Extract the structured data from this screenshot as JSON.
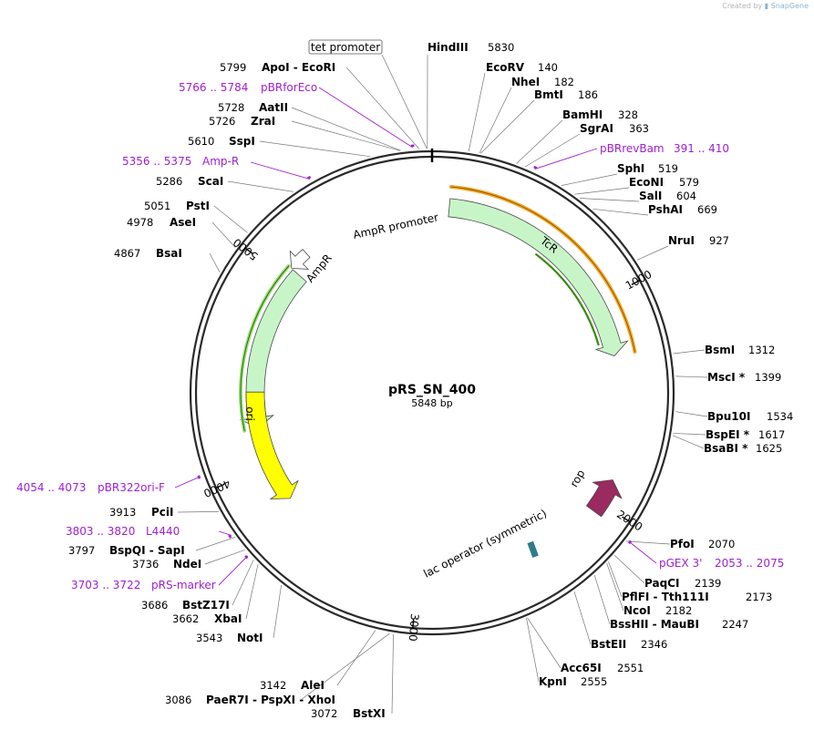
{
  "credit": {
    "text": "Created by",
    "brand": "SnapGene"
  },
  "plasmid": {
    "name": "pRS_SN_400",
    "size_label": "5848 bp",
    "length": 5848
  },
  "colors": {
    "backbone": "#2a2a2a",
    "ampr": "#c8f5c8",
    "tcr": "#c8f5c8",
    "ori": "#ffff00",
    "rop": "#9b2a60",
    "primer": "#a020d0",
    "lac_operator": "#2e7d8c",
    "tcr_primer": "#f5a623",
    "ampr_primer": "#4a9a1a"
  },
  "tick_labels": [
    {
      "pos": 1000,
      "label": "1000"
    },
    {
      "pos": 2000,
      "label": "2000"
    },
    {
      "pos": 3000,
      "label": "3000"
    },
    {
      "pos": 4000,
      "label": "4000"
    },
    {
      "pos": 5000,
      "label": "5000"
    }
  ],
  "features": [
    {
      "name": "AmpR",
      "label": "AmpR",
      "start": 4200,
      "end": 5060,
      "direction": "ccw",
      "color": "#c8f5c8"
    },
    {
      "name": "TcR",
      "label": "TcR",
      "start": 86,
      "end": 1276,
      "direction": "cw",
      "color": "#c8f5c8"
    },
    {
      "name": "ori",
      "label": "ori",
      "start": 3790,
      "end": 4390,
      "direction": "ccw",
      "color": "#ffff00"
    },
    {
      "name": "AmpR promoter",
      "label": "AmpR promoter",
      "start": 5061,
      "end": 5165,
      "direction": "ccw",
      "color": "#ffffff"
    },
    {
      "name": "rop",
      "label": "rop",
      "start": 1880,
      "end": 2050,
      "direction": "ccw",
      "color": "#9b2a60"
    },
    {
      "name": "lac operator",
      "label": "lac operator (symmetric)",
      "pos": 2390
    }
  ],
  "enzymes": [
    {
      "name": "HindIII",
      "pos": "5830"
    },
    {
      "name": "EcoRV",
      "pos": "140"
    },
    {
      "name": "NheI",
      "pos": "182"
    },
    {
      "name": "BmtI",
      "pos": "186"
    },
    {
      "name": "BamHI",
      "pos": "328"
    },
    {
      "name": "SgrAI",
      "pos": "363"
    },
    {
      "name": "SphI",
      "pos": "519"
    },
    {
      "name": "EcoNI",
      "pos": "579"
    },
    {
      "name": "SalI",
      "pos": "604"
    },
    {
      "name": "PshAI",
      "pos": "669"
    },
    {
      "name": "NruI",
      "pos": "927"
    },
    {
      "name": "BsmI",
      "pos": "1312"
    },
    {
      "name": "MscI *",
      "pos": "1399"
    },
    {
      "name": "Bpu10I",
      "pos": "1534"
    },
    {
      "name": "BspEI *",
      "pos": "1617"
    },
    {
      "name": "BsaBI *",
      "pos": "1625"
    },
    {
      "name": "PfoI",
      "pos": "2070"
    },
    {
      "name": "PaqCI",
      "pos": "2139"
    },
    {
      "name": "PflFI - Tth111I",
      "pos": "2173"
    },
    {
      "name": "NcoI",
      "pos": "2182"
    },
    {
      "name": "BssHII - MauBI",
      "pos": "2247"
    },
    {
      "name": "BstEII",
      "pos": "2346"
    },
    {
      "name": "Acc65I",
      "pos": "2551"
    },
    {
      "name": "KpnI",
      "pos": "2555"
    },
    {
      "name": "AleI",
      "pos": "3142"
    },
    {
      "name": "PaeR7I - PspXI - XhoI",
      "pos": "3086"
    },
    {
      "name": "BstXI",
      "pos": "3072"
    },
    {
      "name": "NotI",
      "pos": "3543"
    },
    {
      "name": "XbaI",
      "pos": "3662"
    },
    {
      "name": "BstZ17I",
      "pos": "3686"
    },
    {
      "name": "NdeI",
      "pos": "3736"
    },
    {
      "name": "BspQI - SapI",
      "pos": "3797"
    },
    {
      "name": "PciI",
      "pos": "3913"
    },
    {
      "name": "BsaI",
      "pos": "4867"
    },
    {
      "name": "AseI",
      "pos": "4978"
    },
    {
      "name": "PstI",
      "pos": "5051"
    },
    {
      "name": "ScaI",
      "pos": "5286"
    },
    {
      "name": "SspI",
      "pos": "5610"
    },
    {
      "name": "ZraI",
      "pos": "5726"
    },
    {
      "name": "AatII",
      "pos": "5728"
    },
    {
      "name": "ApoI - EcoRI",
      "pos": "5799"
    }
  ],
  "primers": [
    {
      "name": "pBRforEco",
      "range": "5766 .. 5784"
    },
    {
      "name": "Amp-R",
      "range": "5356 .. 5375"
    },
    {
      "name": "pBRrevBam",
      "range": "391 .. 410"
    },
    {
      "name": "pGEX 3'",
      "range": "2053 .. 2075"
    },
    {
      "name": "pBR322ori-F",
      "range": "4054 .. 4073"
    },
    {
      "name": "L4440",
      "range": "3803 .. 3820"
    },
    {
      "name": "pRS-marker",
      "range": "3703 .. 3722"
    }
  ],
  "boxed_label": "tet promoter"
}
